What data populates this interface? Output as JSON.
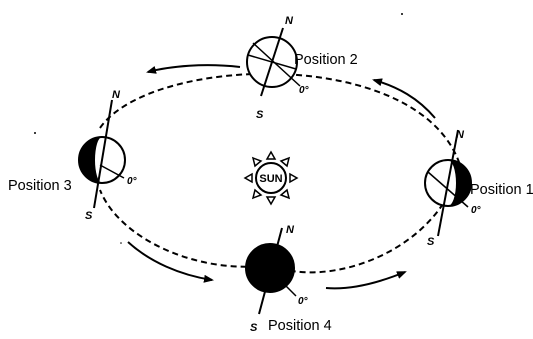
{
  "sun": {
    "label": "SUN"
  },
  "positions": [
    {
      "label": "Position 1",
      "north": "N",
      "south": "S",
      "meridian": "0°"
    },
    {
      "label": "Position 2",
      "north": "N",
      "south": "S",
      "meridian": "0°"
    },
    {
      "label": "Position 3",
      "north": "N",
      "south": "S",
      "meridian": "0°"
    },
    {
      "label": "Position 4",
      "north": "N",
      "south": "S",
      "meridian": "0°"
    }
  ],
  "colors": {
    "ink": "#000000",
    "paper": "#ffffff"
  }
}
